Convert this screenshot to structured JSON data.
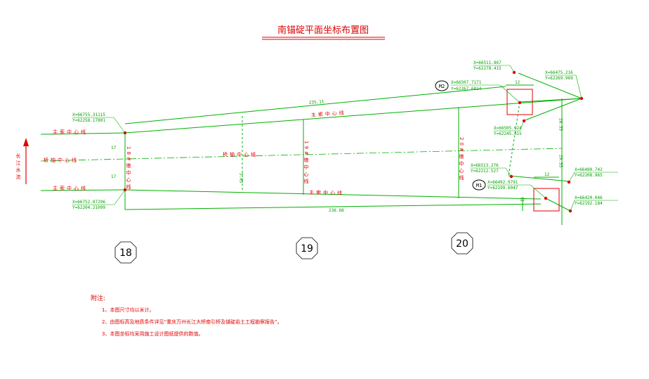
{
  "title": "南锚碇平面坐标布置图",
  "river": {
    "label": "长江水流"
  },
  "lines": {
    "top_main": "主索中心线",
    "mid_bridge": "桥轴中心线",
    "bottom_main": "主索中心线",
    "diag_top": "主索中心线",
    "diag_bottom": "主索中心线",
    "v18": "18#墩中心线",
    "v19": "19#墩中心线",
    "v20": "20#墩中心线"
  },
  "dimensions": {
    "top_length": "235.11",
    "bottom_length": "236.68",
    "left_upper": "17",
    "left_lower": "17",
    "mid_small": "5.05",
    "right_28": "28.55",
    "right_29": "29.55",
    "box_top_w": "12",
    "box_bot_w": "12",
    "box_bot_h": "12"
  },
  "coords": {
    "p18_top": {
      "x": "X=66755.31115",
      "y": "Y=62258.17801"
    },
    "p18_bot": {
      "x": "X=66752.07296",
      "y": "Y=62204.21099"
    },
    "m2_top": {
      "x": "X=66511.867",
      "y": "Y=62278.415"
    },
    "m2_center": {
      "x": "X=66507.7171",
      "y": "Y=62267.6814"
    },
    "apex": {
      "x": "X=66475.216",
      "y": "Y=62269.969"
    },
    "m2_low": {
      "x": "X=66505.924",
      "y": "Y=62245.415"
    },
    "m1_top": {
      "x": "X=66513.276",
      "y": "Y=62212.527"
    },
    "m1_center": {
      "x": "X=66492.9791",
      "y": "Y=62199.6047"
    },
    "m1_right": {
      "x": "X=66480.742",
      "y": "Y=62208.965"
    },
    "m1_low": {
      "x": "X=66420.046",
      "y": "Y=62192.184"
    }
  },
  "markers": {
    "m1": "M1",
    "m2": "M2"
  },
  "piers": [
    "18",
    "19",
    "20"
  ],
  "notes": {
    "heading": "附注:",
    "items": [
      "1、本图尺寸均以米计。",
      "2、由图标高及地质条件详见“重庆万州长江大桥南引桥及锚碇岩土工程勘察报告”。",
      "3、本图坐标均采用施工设计图纸提供的数值。"
    ]
  },
  "colors": {
    "annotation": "#e00000",
    "lines": "#00b000",
    "pier": "#000000"
  }
}
